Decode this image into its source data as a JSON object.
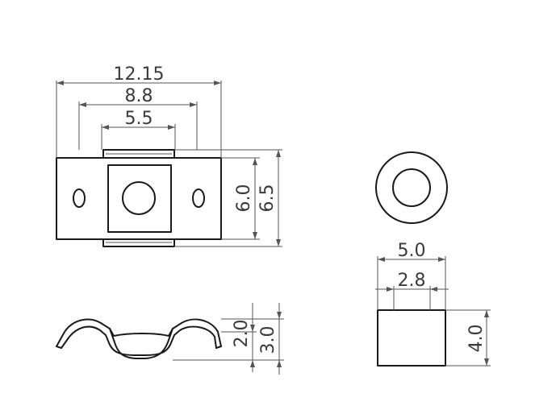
{
  "colors": {
    "line": "#1a1a1a",
    "dimension": "#555555",
    "background": "#ffffff"
  },
  "dimensions": {
    "clip_overall_length": "12.15",
    "clip_tab_span": "8.8",
    "clip_center_block": "5.5",
    "clip_inner_height": "6.0",
    "clip_overall_height": "6.5",
    "profile_inner_height": "2.0",
    "profile_overall_height": "3.0",
    "spacer_outer_diameter": "5.0",
    "spacer_inner_diameter": "2.8",
    "spacer_height": "4.0"
  }
}
